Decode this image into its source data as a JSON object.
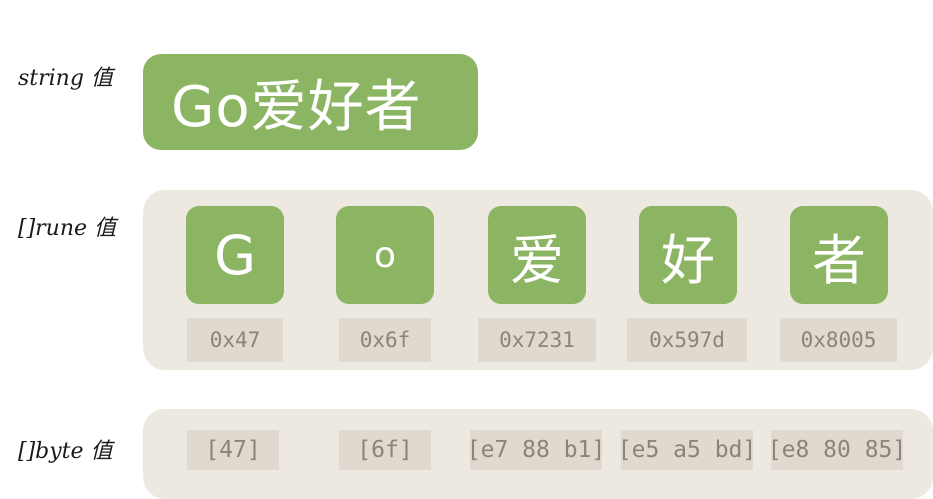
{
  "labels": {
    "string_row": "string 值",
    "rune_row": "[]rune 值",
    "byte_row": "[]byte 值"
  },
  "string_value": "Go爱好者",
  "runes": [
    {
      "char": "G",
      "hex": "0x47"
    },
    {
      "char": "o",
      "hex": "0x6f"
    },
    {
      "char": "爱",
      "hex": "0x7231"
    },
    {
      "char": "好",
      "hex": "0x597d"
    },
    {
      "char": "者",
      "hex": "0x8005"
    }
  ],
  "bytes": [
    "[47]",
    "[6f]",
    "[e7 88 b1]",
    "[e5 a5 bd]",
    "[e8 80 85]"
  ],
  "colors": {
    "green_tile": "#8cb563",
    "panel_bg": "#ede8e0",
    "chip_bg": "#e0d9cf",
    "chip_text": "#8a847b"
  }
}
